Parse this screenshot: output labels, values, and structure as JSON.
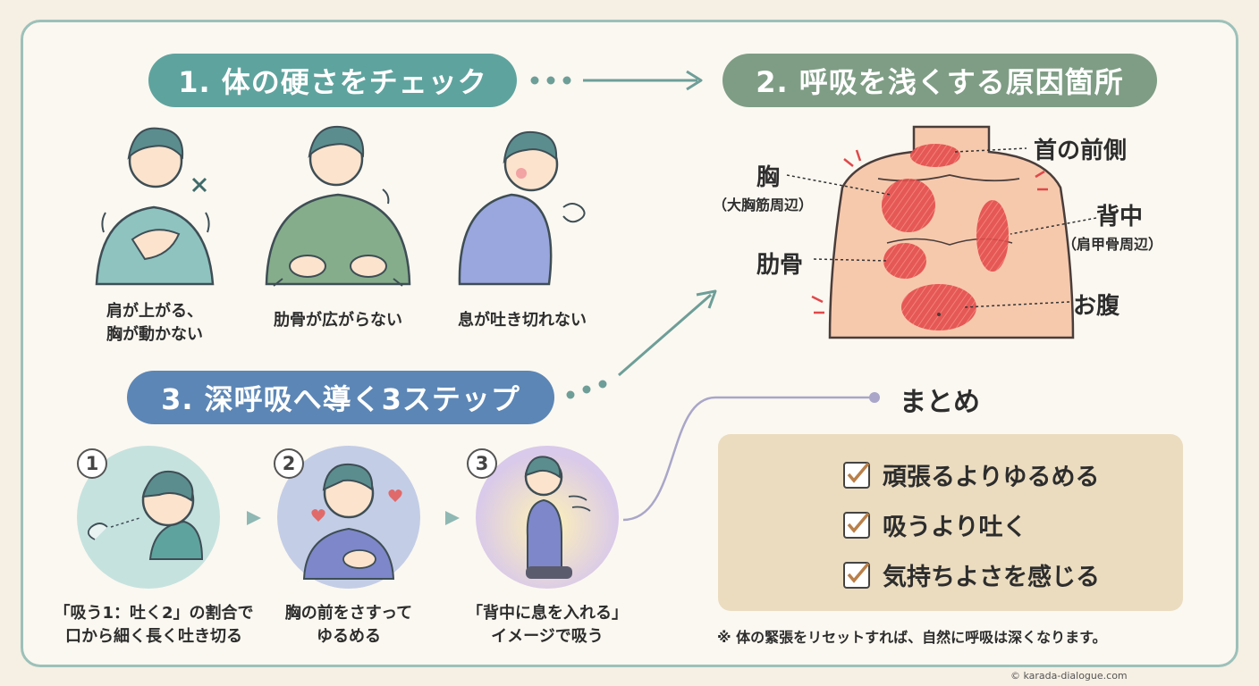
{
  "section1": {
    "title": "1. 体の硬さをチェック",
    "items": [
      {
        "caption_line1": "肩が上がる、",
        "caption_line2": "胸が動かない"
      },
      {
        "caption_line1": "肋骨が広がらない",
        "caption_line2": ""
      },
      {
        "caption_line1": "息が吐き切れない",
        "caption_line2": ""
      }
    ]
  },
  "section2": {
    "title": "2. 呼吸を浅くする原因箇所",
    "labels": {
      "neck": "首の前側",
      "chest": "胸",
      "chest_sub": "（大胸筋周辺）",
      "back": "背中",
      "back_sub": "（肩甲骨周辺）",
      "ribs": "肋骨",
      "belly": "お腹"
    }
  },
  "section3": {
    "title": "3. 深呼吸へ導く3ステップ",
    "steps": [
      {
        "number": "1",
        "line1": "「吸う1：吐く2」の割合で",
        "line2": "口から細く長く吐き切る"
      },
      {
        "number": "2",
        "line1": "胸の前をさすって",
        "line2": "ゆるめる"
      },
      {
        "number": "3",
        "line1": "「背中に息を入れる」",
        "line2": "イメージで吸う"
      }
    ]
  },
  "summary": {
    "title": "まとめ",
    "items": [
      "頑張るよりゆるめる",
      "吸うより吐く",
      "気持ちよさを感じる"
    ],
    "note": "※ 体の緊張をリセットすれば、自然に呼吸は深くなります。"
  },
  "copyright": "© karada-dialogue.com",
  "colors": {
    "teal": "#5fa39e",
    "sage": "#7f9d85",
    "blue": "#5c86b5",
    "highlight": "#e0484a",
    "summary_bg": "#ebdcc0"
  }
}
